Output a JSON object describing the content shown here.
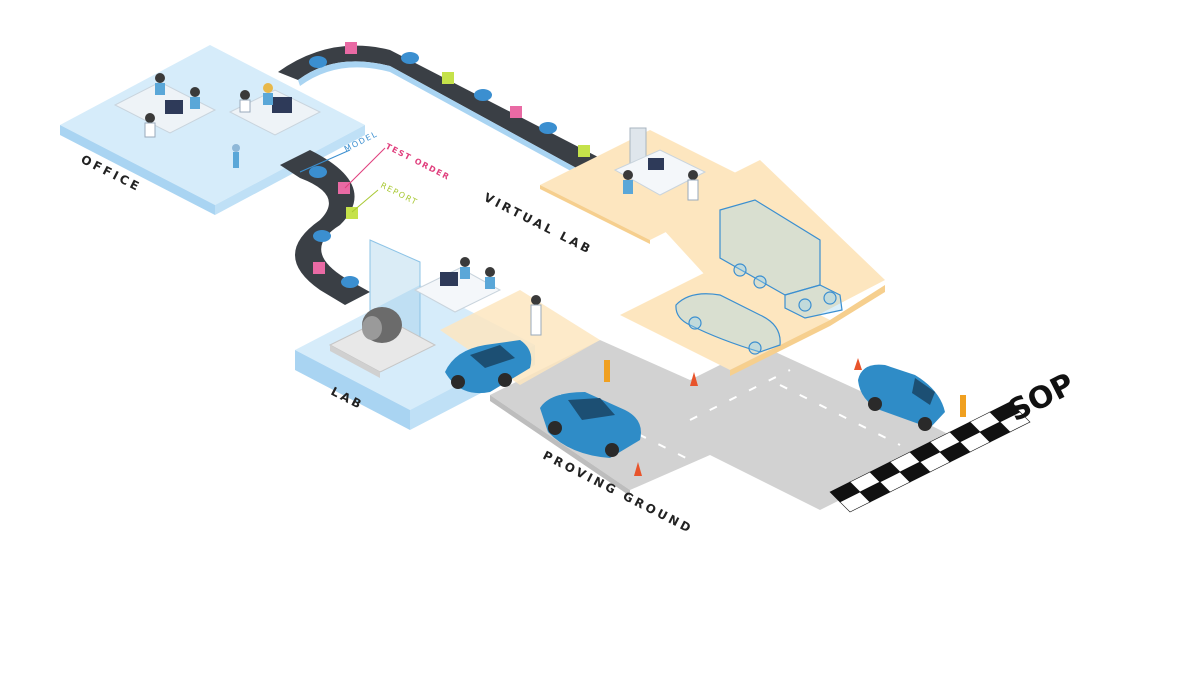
{
  "labels": {
    "office": "OFFICE",
    "virtual_lab": "VIRTUAL LAB",
    "lab": "LAB",
    "proving_ground": "PROVING GROUND",
    "sop": "SOP"
  },
  "legend": {
    "model": "MODEL",
    "test_order": "TEST ORDER",
    "report": "REPORT"
  },
  "colors": {
    "model": "#3b8fd0",
    "test_order": "#e0407e",
    "report": "#a8c832",
    "platform_blue": "#d6ecfa",
    "platform_orange": "#fde6bf",
    "road": "#cfcfcf",
    "car_blue": "#2f8cc7",
    "conveyor": "#3a3f45"
  }
}
